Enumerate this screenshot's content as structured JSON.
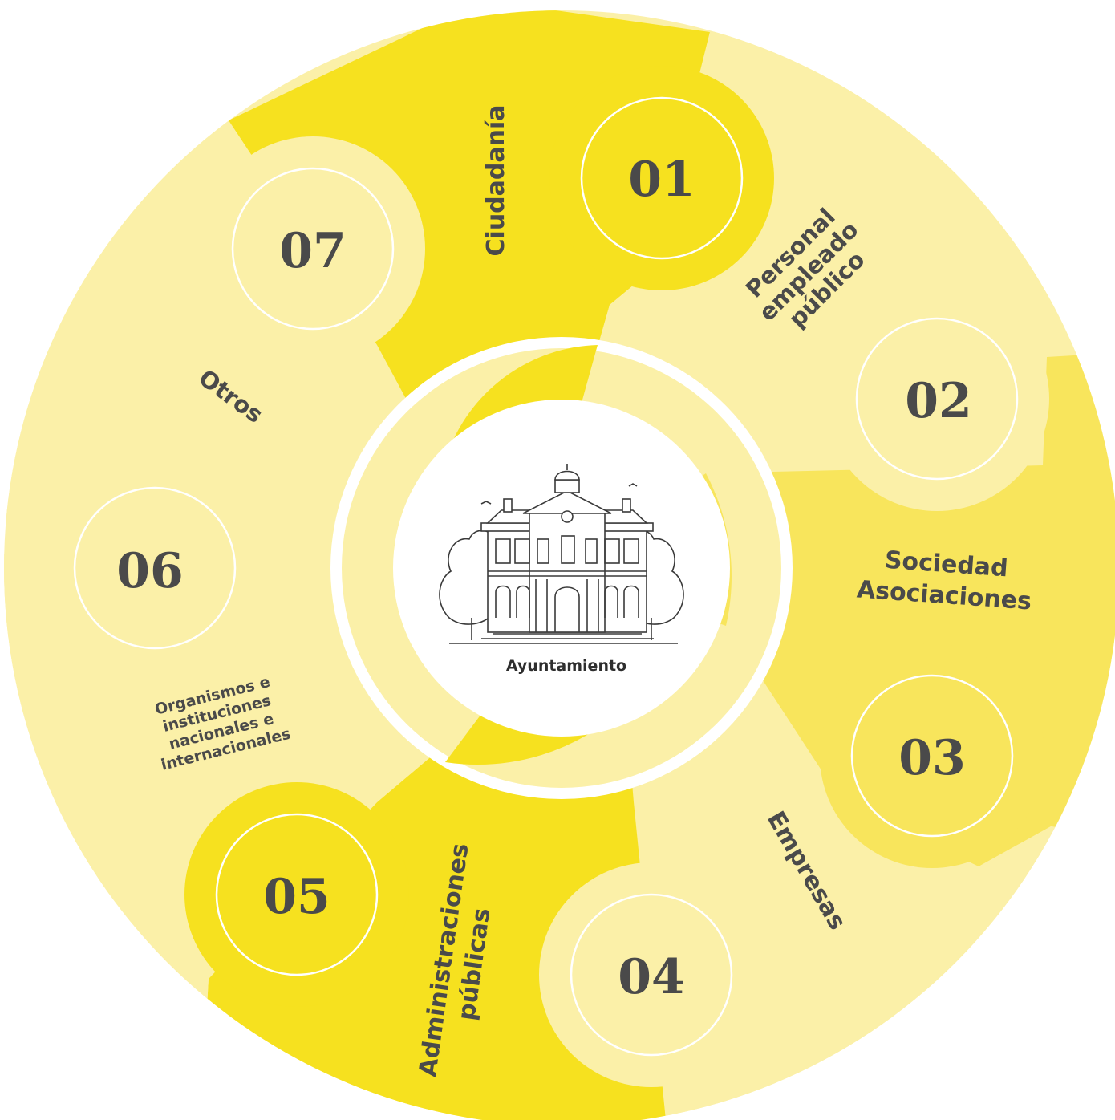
{
  "colors": {
    "yellow_strong": "#f6e11f",
    "yellow_mid": "#f8e55c",
    "yellow_light": "#fbf0a8",
    "ring_white": "#ffffff",
    "text_dark": "#4a4a4a"
  },
  "center": {
    "label": "Ayuntamiento",
    "icon": "town-hall-building-icon"
  },
  "segments": [
    {
      "number": "01",
      "label_lines": [
        "Ciudadanía"
      ]
    },
    {
      "number": "02",
      "label_lines": [
        "Personal",
        "empleado",
        "público"
      ]
    },
    {
      "number": "03",
      "label_lines": [
        "Sociedad",
        "Asociaciones"
      ]
    },
    {
      "number": "04",
      "label_lines": [
        "Empresas"
      ]
    },
    {
      "number": "05",
      "label_lines": [
        "Administraciones",
        "públicas"
      ]
    },
    {
      "number": "06",
      "label_lines": [
        "Organismos e",
        "instituciones",
        "nacionales e",
        "internacionales"
      ]
    },
    {
      "number": "07",
      "label_lines": [
        "Otros"
      ]
    }
  ]
}
